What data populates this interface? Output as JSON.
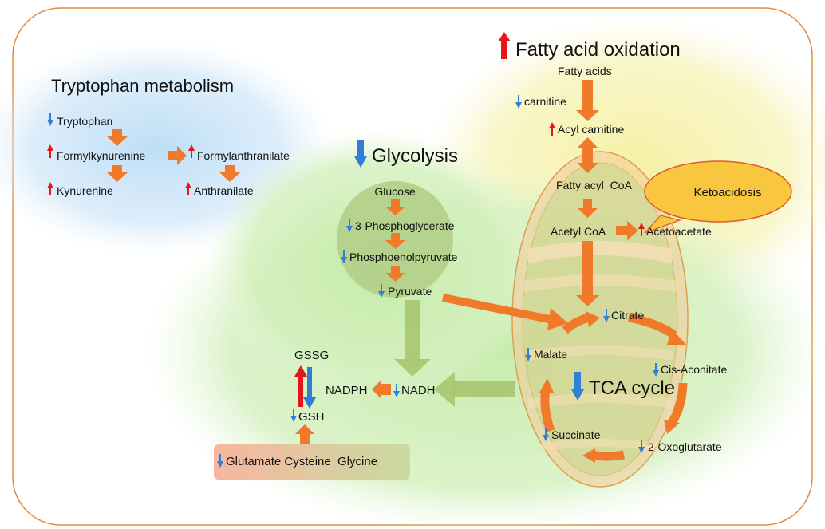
{
  "tryptophan": {
    "title": "Tryptophan metabolism",
    "tryptophan": "Tryptophan",
    "formylkynurenine": "Formylkynurenine",
    "formylanthranilate": "Formylanthranilate",
    "kynurenine": "Kynurenine",
    "anthranilate": "Anthranilate"
  },
  "glycolysis": {
    "title": "Glycolysis",
    "glucose": "Glucose",
    "phosphoglycerate": "3-Phosphoglycerate",
    "phosphoenolpyruvate": "Phosphoenolpyruvate",
    "pyruvate": "Pyruvate"
  },
  "fatty_acid": {
    "title": "Fatty acid oxidation",
    "fatty_acids": "Fatty acids",
    "carnitine": "carnitine",
    "acyl_carnitine": "Acyl carnitine",
    "fatty_acyl_coa": "Fatty acyl  CoA",
    "acetyl_coa": "Acetyl CoA",
    "acetoacetate": "Acetoacetate",
    "ketoacidosis": "Ketoacidosis"
  },
  "tca": {
    "title": "TCA cycle",
    "citrate": "Citrate",
    "cis_aconitate": "Cis-Aconitate",
    "oxoglutarate": "2-Oxoglutarate",
    "succinate": "Succinate",
    "malate": "Malate"
  },
  "redox": {
    "gssg": "GSSG",
    "gsh": "GSH",
    "nadph": "NADPH",
    "nadh": "NADH",
    "precursors": "Glutamate Cysteine  Glycine"
  },
  "colors": {
    "up": "#e8141b",
    "down": "#2f7fd8",
    "flow": "#f07a2a"
  }
}
